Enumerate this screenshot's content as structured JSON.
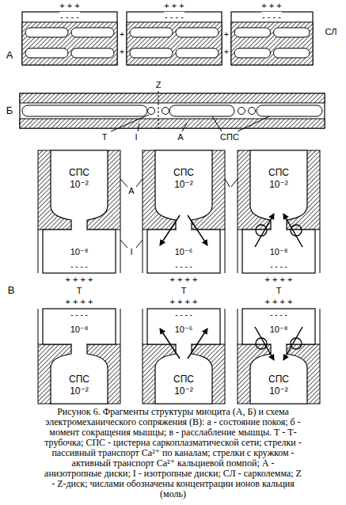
{
  "diagram": {
    "caption": "Рисунок 6. Фрагменты структуры миоцита (А, Б) и схема электромеханического сопряжения (В): а - состояние покоя; б - момент сокращения мышцы; в - расслабление мышцы. Т - Т-трубочка; СПС - цистерна саркоплазматической сети; стрелки - пассивный транспорт Ca²⁺ по каналам; стрелки с кружком - активный транспорт Ca²⁺ кальциевой помпой; А - анизотропные диски; I - изотропные диски; СЛ - сарколемма; Z - Z-диск; числами обозначены концентрации ионов кальция (моль)",
    "nodes": [
      {
        "text": [
          "СПС",
          "10⁻²"
        ]
      },
      {
        "text": [
          "СПС",
          "10⁻²"
        ]
      },
      {
        "text": [
          "СПС",
          "10⁻²"
        ]
      },
      {
        "text": [
          "СПС",
          "10⁻²"
        ]
      },
      {
        "text": [
          "СПС",
          "10⁻²"
        ]
      },
      {
        "text": [
          "СПС",
          "10⁻²"
        ]
      }
    ],
    "labels": [
      "А",
      "СЛ",
      "+ + +",
      "+ + +",
      "+ + +",
      "- - - -",
      "- - - -",
      "- - - -",
      "+",
      "+",
      "+",
      "+",
      "Б",
      "Z",
      "T",
      "I",
      "A",
      "СПС",
      "В",
      "A",
      "I",
      "10⁻⁸",
      "10⁻⁶",
      "10⁻⁸",
      "10⁻⁸",
      "10⁻⁶",
      "10⁻⁸",
      "- - - -",
      "+ + + +",
      "T",
      "+ + + +",
      "- - - -",
      "- - - -",
      "+ + + +",
      "T",
      "+ + + +",
      "- - - -",
      "- - - -",
      "+ + + +",
      "T",
      "+ + + +",
      "- - - -"
    ]
  }
}
